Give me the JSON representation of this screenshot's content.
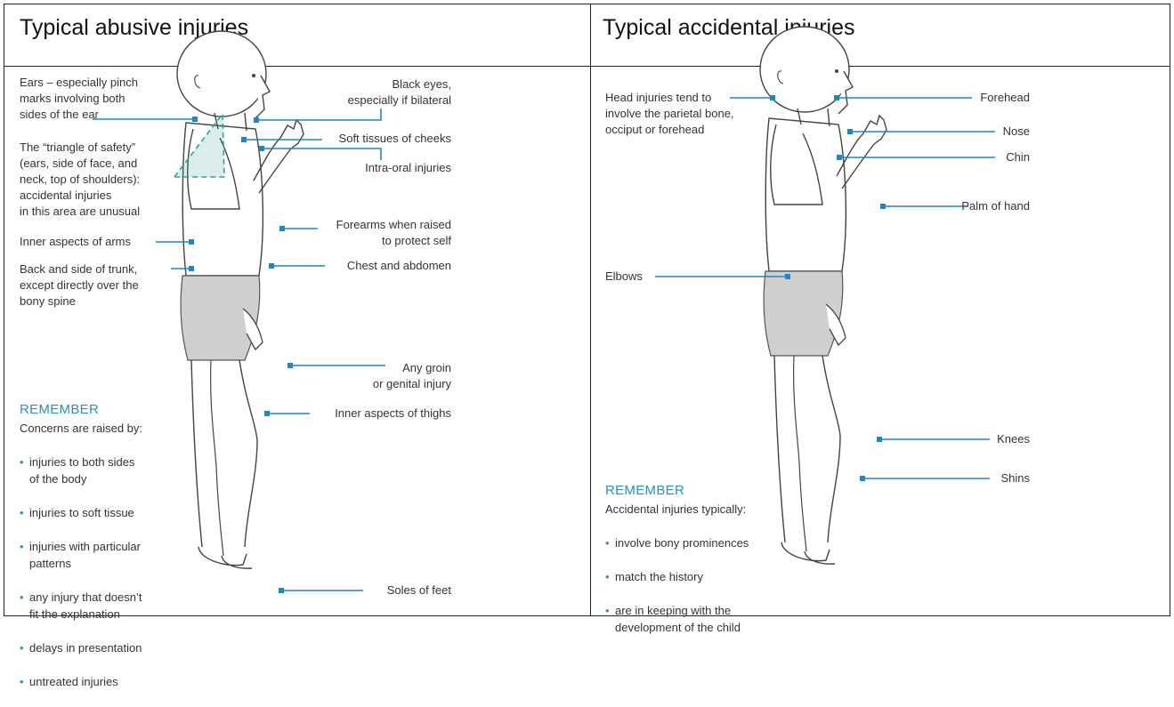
{
  "abusive": {
    "title": "Typical abusive injuries",
    "labels": {
      "ears": "Ears – especially pinch\nmarks involving both\nsides of the ear",
      "triangle": "The “triangle of safety”\n(ears, side of face, and\nneck, top of shoulders):\naccidental injuries\nin this area are unusual",
      "inner_arms": "Inner aspects of arms",
      "back_trunk": "Back and side of trunk,\nexcept directly over the\nbony spine",
      "black_eyes": "Black eyes,\nespecially if bilateral",
      "cheeks": "Soft tissues of cheeks",
      "intra_oral": "Intra-oral injuries",
      "forearms": "Forearms when raised\nto protect self",
      "chest": "Chest and abdomen",
      "groin": "Any groin\nor genital injury",
      "thighs": "Inner aspects of thighs",
      "soles": "Soles of feet"
    },
    "remember": {
      "heading": "REMEMBER",
      "intro": "Concerns are raised by:",
      "items": [
        "injuries to both sides\nof the body",
        "injuries to soft tissue",
        "injuries with particular\npatterns",
        "any injury that doesn’t\nfit the explanation",
        "delays in presentation",
        "untreated injuries"
      ]
    }
  },
  "accidental": {
    "title": "Typical accidental injuries",
    "labels": {
      "head": "Head injuries tend to\ninvolve the parietal bone,\nocciput or forehead",
      "forehead": "Forehead",
      "nose": "Nose",
      "chin": "Chin",
      "palm": "Palm of hand",
      "elbows": "Elbows",
      "knees": "Knees",
      "shins": "Shins"
    },
    "remember": {
      "heading": "REMEMBER",
      "intro": "Accidental injuries typically:",
      "items": [
        "involve bony prominences",
        "match the history",
        "are in keeping with the\ndevelopment of the child"
      ]
    }
  },
  "colors": {
    "leader_line": "#1f86c6",
    "remember_accent": "#2b8fc4",
    "shorts": "#cfcfcf",
    "triangle": "#2aa39a"
  }
}
